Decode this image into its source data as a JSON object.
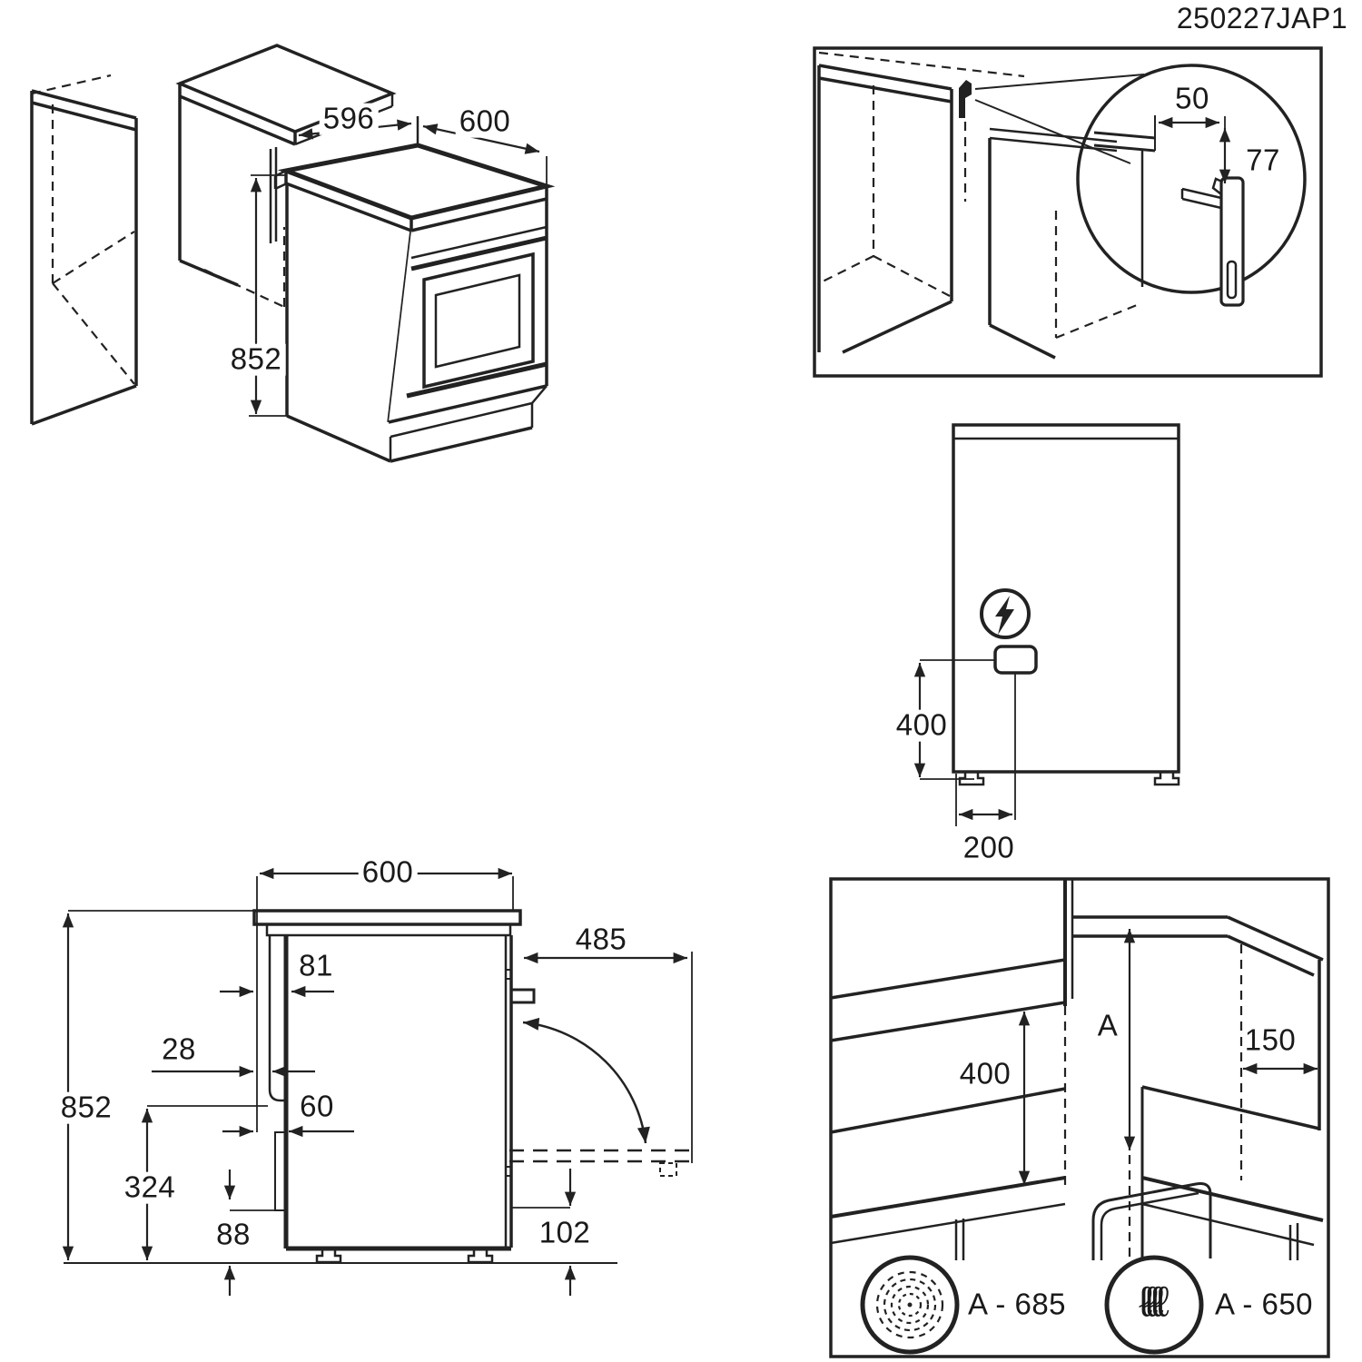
{
  "doc_code": "250227JAP1",
  "colors": {
    "line": "#222222",
    "background": "#ffffff"
  },
  "panels": {
    "installation_iso": {
      "title": "cooker-between-cabinets-isometric",
      "dims": {
        "niche_width": "596",
        "cooker_depth": "600",
        "cooker_height": "852"
      }
    },
    "anti_tilt_detail": {
      "title": "anti-tilt-bracket-detail",
      "icon": "anti-tilt-bracket-icon",
      "dims": {
        "bracket_offset": "50",
        "bracket_height": "77"
      }
    },
    "rear_view": {
      "title": "rear-electrical-connection-view",
      "icon": "lightning-icon",
      "dims": {
        "connection_height": "400",
        "connection_offset": "200"
      }
    },
    "side_view": {
      "title": "side-dimension-view",
      "dims": {
        "depth": "600",
        "door_open_depth": "485",
        "rear_clearance_top": "81",
        "rear_spacer": "28",
        "rear_clearance_bottom": "60",
        "height": "852",
        "lower_section_height": "324",
        "rear_bottom_gap": "88",
        "front_bottom_gap": "102"
      }
    },
    "clearance_view": {
      "title": "hood-and-cabinet-clearance-view",
      "dims": {
        "shelf_clearance": "400",
        "hood_clearance": "A",
        "side_clearance": "150"
      },
      "hob_types": [
        {
          "icon": "radiant-hob-icon",
          "label": "A - 685",
          "glyph": ""
        },
        {
          "icon": "induction-hob-icon",
          "label": "A - 650",
          "glyph": "ℓℓℓℓ"
        }
      ]
    }
  }
}
